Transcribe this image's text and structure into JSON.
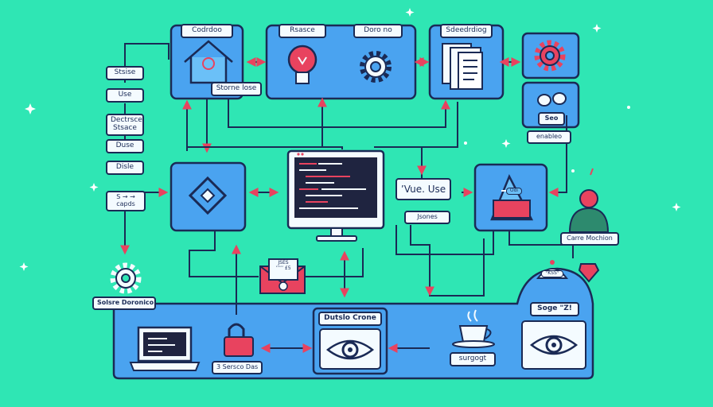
{
  "colors": {
    "background": "#2fe6b4",
    "box_fill": "#4aa3f0",
    "outline": "#1a2a55",
    "accent_red": "#e8435f",
    "label_fill": "#f4fbff"
  },
  "labels": {
    "top_left_box": "Codrdoo",
    "top_mid_left": "Rsasce",
    "top_mid_right": "Doro no",
    "top_right_box": "Sdeedrdiog",
    "home_sub": "Storne lose",
    "side_status": "Stsise",
    "side_use": "Use",
    "side_database": "Dectrsce\nStsace",
    "side_duse": "Duse",
    "side_disle": "Disle",
    "side_capds": "S  → →\ncapds",
    "right_seo": "Seo",
    "right_enabled": "enableo",
    "vue_use": "’Vue. Use",
    "jsones": "Jsones",
    "care_machine": "Carre Mochion",
    "settings_label": "Solsre Doronico",
    "envelope_text": "JSES\n’’’’’ £5",
    "lock_label": "3 Sersco Das",
    "data_crone": "Dutslo Crone",
    "surgogt": "surgogt",
    "stage_label": "Soge \"Z!",
    "dome_label": "°KSS°",
    "bot_label": "Odi"
  },
  "icons": [
    "house-icon",
    "lightbulb-icon",
    "gear-icon",
    "document-stack-icon",
    "settings-gear-icon",
    "cloud-pair-icon",
    "diamond-node-icon",
    "code-monitor-icon",
    "triangle-chart-icon",
    "person-icon",
    "gem-icon",
    "laptop-icon",
    "lock-icon",
    "envelope-icon",
    "eye-icon",
    "coffee-cup-icon"
  ]
}
